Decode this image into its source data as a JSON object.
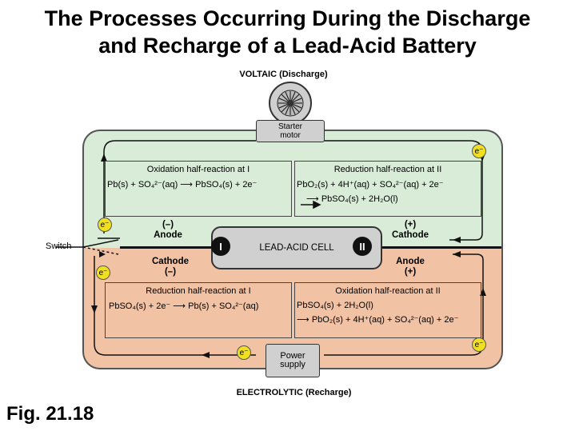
{
  "title_line1": "The Processes Occurring During the Discharge",
  "title_line2": "and Recharge of a Lead-Acid Battery",
  "voltaic_label": "VOLTAIC (Discharge)",
  "electrolytic_label": "ELECTROLYTIC (Recharge)",
  "figure_label": "Fig. 21.18",
  "starter_motor": {
    "line1": "Starter",
    "line2": "motor"
  },
  "power_supply": {
    "line1": "Power",
    "line2": "supply"
  },
  "switch_label": "Switch",
  "cell_label": "LEAD-ACID CELL",
  "electrode_I": "I",
  "electrode_II": "II",
  "electron_symbol": "e⁻",
  "discharge": {
    "left_sign": "(–)",
    "left_name": "Anode",
    "right_sign": "(+)",
    "right_name": "Cathode",
    "left_box": {
      "heading": "Oxidation half-reaction at I",
      "eq1": "Pb(s) + SO₄²⁻(aq) ⟶ PbSO₄(s) + 2e⁻"
    },
    "right_box": {
      "heading": "Reduction half-reaction at II",
      "eq1": "PbO₂(s) + 4H⁺(aq) + SO₄²⁻(aq) + 2e⁻",
      "eq2": "⟶ PbSO₄(s) + 2H₂O(l)"
    }
  },
  "recharge": {
    "left_name": "Cathode",
    "left_sign": "(–)",
    "right_name": "Anode",
    "right_sign": "(+)",
    "left_box": {
      "heading": "Reduction half-reaction at I",
      "eq1": "PbSO₄(s) + 2e⁻ ⟶ Pb(s) + SO₄²⁻(aq)"
    },
    "right_box": {
      "heading": "Oxidation half-reaction at II",
      "eq1": "PbSO₄(s) + 2H₂O(l)",
      "eq2": "⟶ PbO₂(s) + 4H⁺(aq) + SO₄²⁻(aq) + 2e⁻"
    }
  },
  "colors": {
    "discharge_panel": "#d8ecd8",
    "recharge_panel": "#f2c2a4",
    "electron_ball": "#f0e020"
  }
}
